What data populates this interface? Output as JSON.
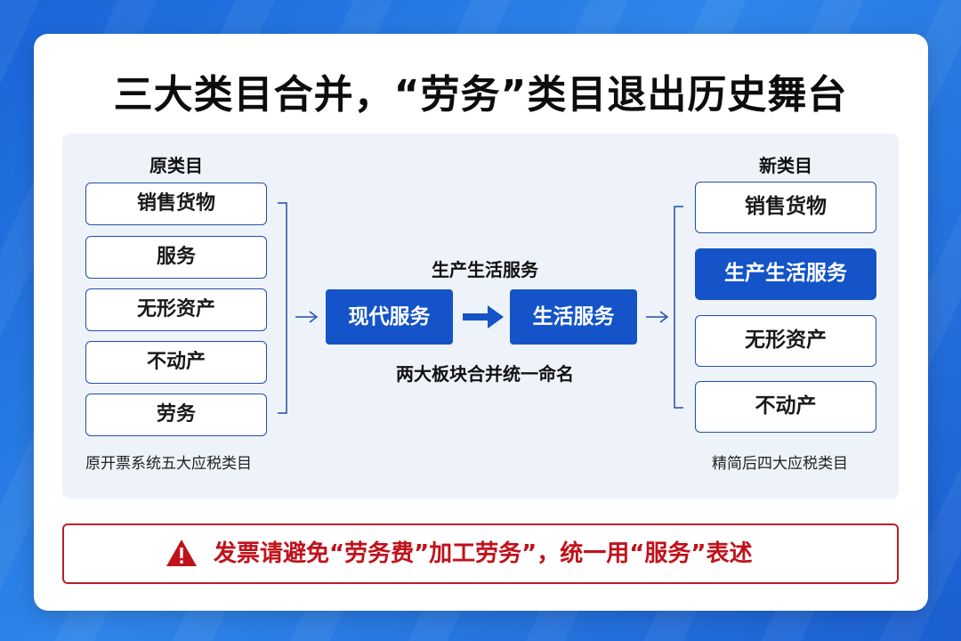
{
  "title": "三大类目合并，“劳务”类目退出历史舞台",
  "left": {
    "heading": "原类目",
    "items": [
      "销售货物",
      "服务",
      "无形资产",
      "不动产",
      "劳务"
    ],
    "caption": "原开票系统五大应税类目"
  },
  "middle": {
    "top_label": "生产生活服务",
    "from": "现代服务",
    "to": "生活服务",
    "bottom_label": "两大板块合并统一命名"
  },
  "right": {
    "heading": "新类目",
    "items": [
      "销售货物",
      "生产生活服务",
      "无形资产",
      "不动产"
    ],
    "highlighted_index": 1,
    "caption": "精简后四大应税类目"
  },
  "warning": {
    "text": "发票请避免“劳务费”加工劳务”，统一用“服务”表述",
    "icon": "warning-triangle-icon"
  },
  "colors": {
    "accent_blue": "#1454c8",
    "warning_red": "#c0121b"
  }
}
